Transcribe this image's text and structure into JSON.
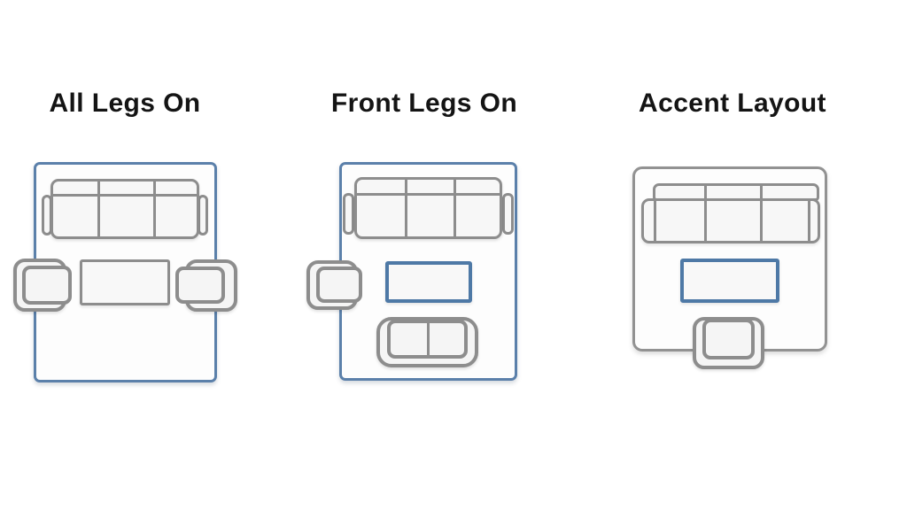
{
  "figure": {
    "description": "Three top-view living-room rug placement layouts",
    "background": "#ffffff"
  },
  "colors": {
    "rug_blue": "#5b80aa",
    "accent_table_blue": "#4e79a6",
    "furniture_gray": "#8d8d8d",
    "rug_gray": "#929292",
    "furniture_fill": "#f7f7f7",
    "title_text": "#141414"
  },
  "layouts": [
    {
      "title": "All Legs On",
      "rug_style": "blue",
      "items": [
        "sofa",
        "armchair-left",
        "coffee-table",
        "armchair-right"
      ]
    },
    {
      "title": "Front Legs On",
      "rug_style": "blue",
      "items": [
        "sofa",
        "armchair-left",
        "accent-coffee-table",
        "loveseat"
      ]
    },
    {
      "title": "Accent Layout",
      "rug_style": "gray",
      "items": [
        "sofa",
        "accent-coffee-table",
        "ottoman-chair"
      ]
    }
  ]
}
